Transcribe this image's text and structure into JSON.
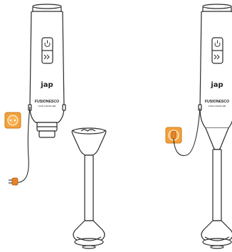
{
  "scene": {
    "left_unit": {
      "logo_text": "jap",
      "brand_text": "FUSIONESCO",
      "sub_text": "FOOD & DRINK FEB",
      "power_icon": "power-icon",
      "speed_icon": "double-chevron-icon"
    },
    "right_unit": {
      "logo_text": "jap",
      "brand_text": "FUSIONESCO",
      "sub_text": "FOOD & DRINK FEB",
      "power_icon": "power-icon",
      "speed_icon": "double-chevron-icon"
    },
    "colors": {
      "outline": "#2a2a2a",
      "socket_orange": "#f4a13a",
      "plug_orange": "#e8832a",
      "body_white": "#ffffff"
    }
  }
}
